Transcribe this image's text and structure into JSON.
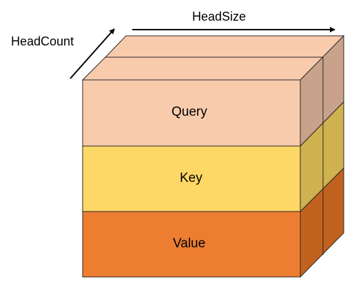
{
  "axes": {
    "head_size_label": "HeadSize",
    "head_count_label": "HeadCount"
  },
  "layers": [
    {
      "label": "Query",
      "front": "#F8CBAD",
      "side": "#C9A28B",
      "top": "#F8CBAD"
    },
    {
      "label": "Key",
      "front": "#FDD866",
      "side": "#CFB24F"
    },
    {
      "label": "Value",
      "front": "#ED7D31",
      "side": "#C2621F"
    }
  ],
  "colors": {
    "edge": "#262626",
    "arrow": "#000000"
  }
}
